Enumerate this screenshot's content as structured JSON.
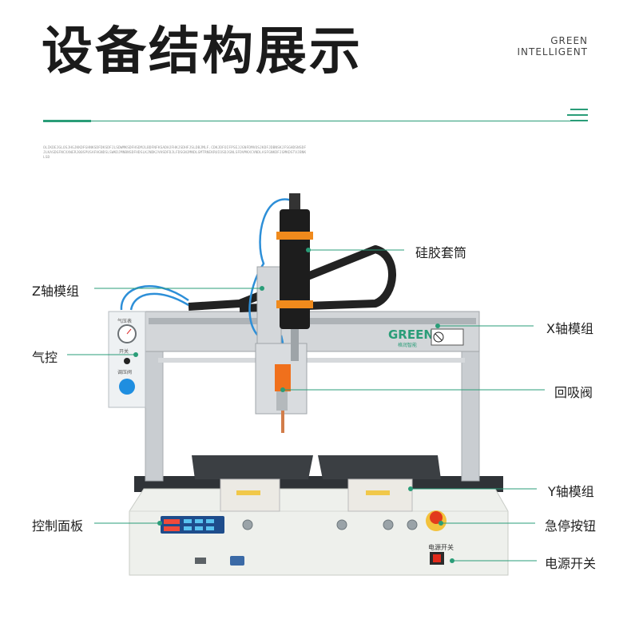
{
  "header": {
    "title": "设备结构展示",
    "brand_line1": "GREEN",
    "brand_line2": "INTELLIGENT",
    "fine_print": "OLIKDEJGLOSJHGJKKDFGHNKSDFDKSDFJLSDWMKSDFHSDMJLBDFNFKSADHJFHKJSDHFJSLDBJMLF.CDKJDFOIFPSEJJGNFDMVOSJKDFJDBNSKJFSGHDSNSDFJLKASDGFNCXXWERJ00SPUSAFHGNDSLSWKDJMNBNSDFHDSLKJNDKJVHSDFDJLFDSGNJMNDLGMTRNEKRUIOSDJGNLSFDVMKXCVNDLASFGNKDFJGMKDSTVJBNKLSD"
  },
  "machine": {
    "brand_plate": "GREEN",
    "brand_plate_sub": "格润智能",
    "power_panel_label": "电源开关",
    "gauge_label": "气压表",
    "knob_label": "调压阀",
    "switch_label": "开关"
  },
  "callouts": {
    "silicone_sleeve": "硅胶套筒",
    "z_axis": "Z轴模组",
    "x_axis": "X轴模组",
    "air_control": "气控",
    "suck_back_valve": "回吸阀",
    "y_axis": "Y轴模组",
    "control_panel": "控制面板",
    "emergency_stop": "急停按钮",
    "power_switch": "电源开关"
  },
  "colors": {
    "accent": "#2a9d78",
    "frame": "#c9cdd1",
    "base": "#eef0ec",
    "orange": "#f08a1c",
    "stop_red": "#e23a1d",
    "tube_blue": "#2d8fd8"
  }
}
